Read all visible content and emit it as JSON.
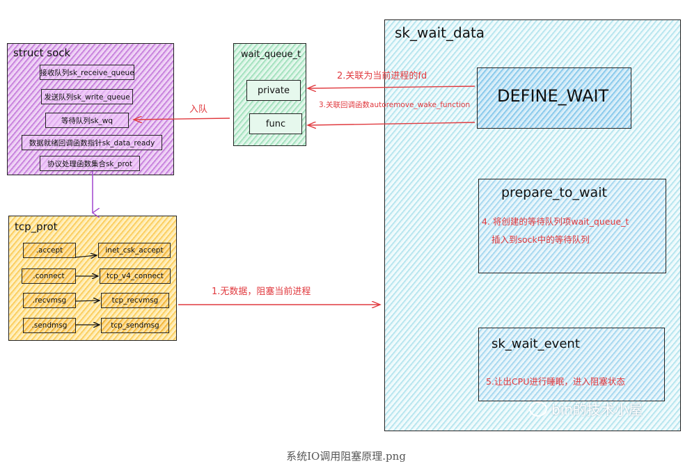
{
  "struct_sock": {
    "title": "struct sock",
    "items": [
      "接收队列sk_receive_queue",
      "发送队列sk_write_queue",
      "等待队列sk_wq",
      "数据就绪回调函数指针sk_data_ready",
      "协议处理函数集合sk_prot"
    ]
  },
  "wait_queue": {
    "title": "wait_queue_t",
    "private_label": "private",
    "func_label": "func"
  },
  "tcp_prot": {
    "title": "tcp_prot",
    "rows": [
      {
        "left": ".accept",
        "right": "inet_csk_accept"
      },
      {
        "left": ".connect",
        "right": "tcp_v4_connect"
      },
      {
        "left": ".recvmsg",
        "right": "tcp_recvmsg"
      },
      {
        "left": ".sendmsg",
        "right": "tcp_sendmsg"
      }
    ]
  },
  "sk_wait_data": {
    "title": "sk_wait_data",
    "define_wait": "DEFINE_WAIT",
    "prepare_to_wait": {
      "title": "prepare_to_wait",
      "note_line1": "4. 将创建的等待队列项wait_queue_t",
      "note_line2": "插入到sock中的等待队列"
    },
    "sk_wait_event": {
      "title": "sk_wait_event",
      "note": "5.让出CPU进行睡眠，进入阻塞状态"
    }
  },
  "labels": {
    "enqueue": "入队",
    "step1": "1.无数据，阻塞当前进程",
    "step2": "2.关联为当前进程的fd",
    "step3": "3.关联回调函数autoremove_wake_function"
  },
  "watermark": "bin的技术小屋",
  "caption": "系统IO调用阻塞原理.png",
  "colors": {
    "red": "#e0393e",
    "purple_arrow": "#a64fd1"
  }
}
